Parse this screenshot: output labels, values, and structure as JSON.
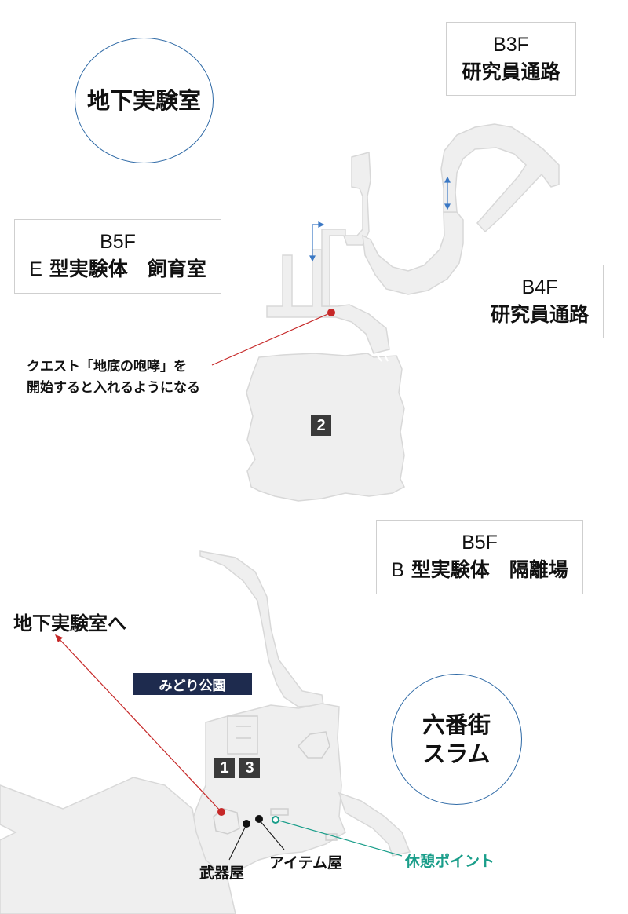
{
  "regions": {
    "lab": "地下実験室",
    "slum_line1": "六番街",
    "slum_line2": "スラム"
  },
  "floors": {
    "b3f": {
      "floor": "B3F",
      "name": "研究員通路"
    },
    "b4f": {
      "floor": "B4F",
      "name": "研究員通路"
    },
    "b5f_e": {
      "floor": "B5F",
      "prefix": "E",
      "name": "型実験体　飼育室"
    },
    "b5f_b": {
      "floor": "B5F",
      "prefix": "B",
      "name": "型実験体　隔離場"
    }
  },
  "quest_note": {
    "line1": "クエスト「地底の咆哮」を",
    "line2": "開始すると入れるようになる"
  },
  "markers": {
    "m1": "1",
    "m2": "2",
    "m3": "3"
  },
  "labels": {
    "to_lab": "地下実験室へ",
    "park": "みどり公園",
    "weapon_shop": "武器屋",
    "item_shop": "アイテム屋",
    "rest_point": "休憩ポイント"
  },
  "colors": {
    "circle_border": "#2f6aa6",
    "map_fill": "#efefef",
    "map_stroke": "#d6d6d6",
    "quest_line": "#c62828",
    "rest_point": "#1a9e8a",
    "park_banner": "#1e2b4e",
    "arrow_blue": "#3b78c4"
  }
}
